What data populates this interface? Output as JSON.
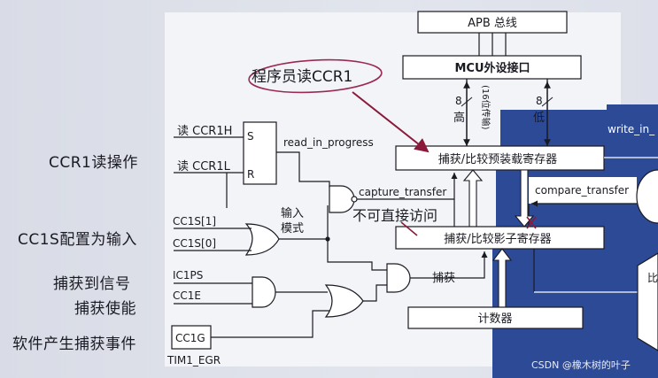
{
  "side_labels": {
    "ccr1_read": "CCR1读操作",
    "cc1s_input": "CC1S配置为输入",
    "capture_signal": "捕获到信号",
    "capture_enable": "捕获使能",
    "software_capture": "软件产生捕获事件"
  },
  "blocks": {
    "apb_bus": "APB 总线",
    "mcu_interface": "MCU外设接口",
    "preload_reg": "捕获/比较预装载寄存器",
    "shadow_reg": "捕获/比较影子寄存器",
    "counter": "计数器",
    "sr_s": "S",
    "sr_r": "R"
  },
  "signals": {
    "read_ccr1h": "读 CCR1H",
    "read_ccr1l": "读 CCR1L",
    "read_in_progress": "read_in_progress",
    "capture_transfer": "capture_transfer",
    "input_mode_1": "输入",
    "input_mode_2": "模式",
    "cc1s1": "CC1S[1]",
    "cc1s0": "CC1S[0]",
    "ic1ps": "IC1PS",
    "cc1e": "CC1E",
    "cc1g": "CC1G",
    "tim1_egr": "TIM1_EGR",
    "capture": "捕获",
    "write_in": "write_in_",
    "compare_transfer": "compare_transfer",
    "bits_high": "8",
    "bits_low": "8",
    "high": "高",
    "low": "低",
    "bit16": "(16位传输)",
    "bi_right": "比"
  },
  "annotations": {
    "programmer_read": "程序员读CCR1",
    "no_direct_access": "不可直接访问"
  },
  "watermark": "CSDN @橡木树的叶子",
  "colors": {
    "dark_panel": "#2d4a96",
    "paper": "#f3f4f7",
    "line": "#1a1a22",
    "annotation": "#9a2a55",
    "arrow_red": "#b0304a",
    "side_label_bg": "#d7dae4"
  }
}
